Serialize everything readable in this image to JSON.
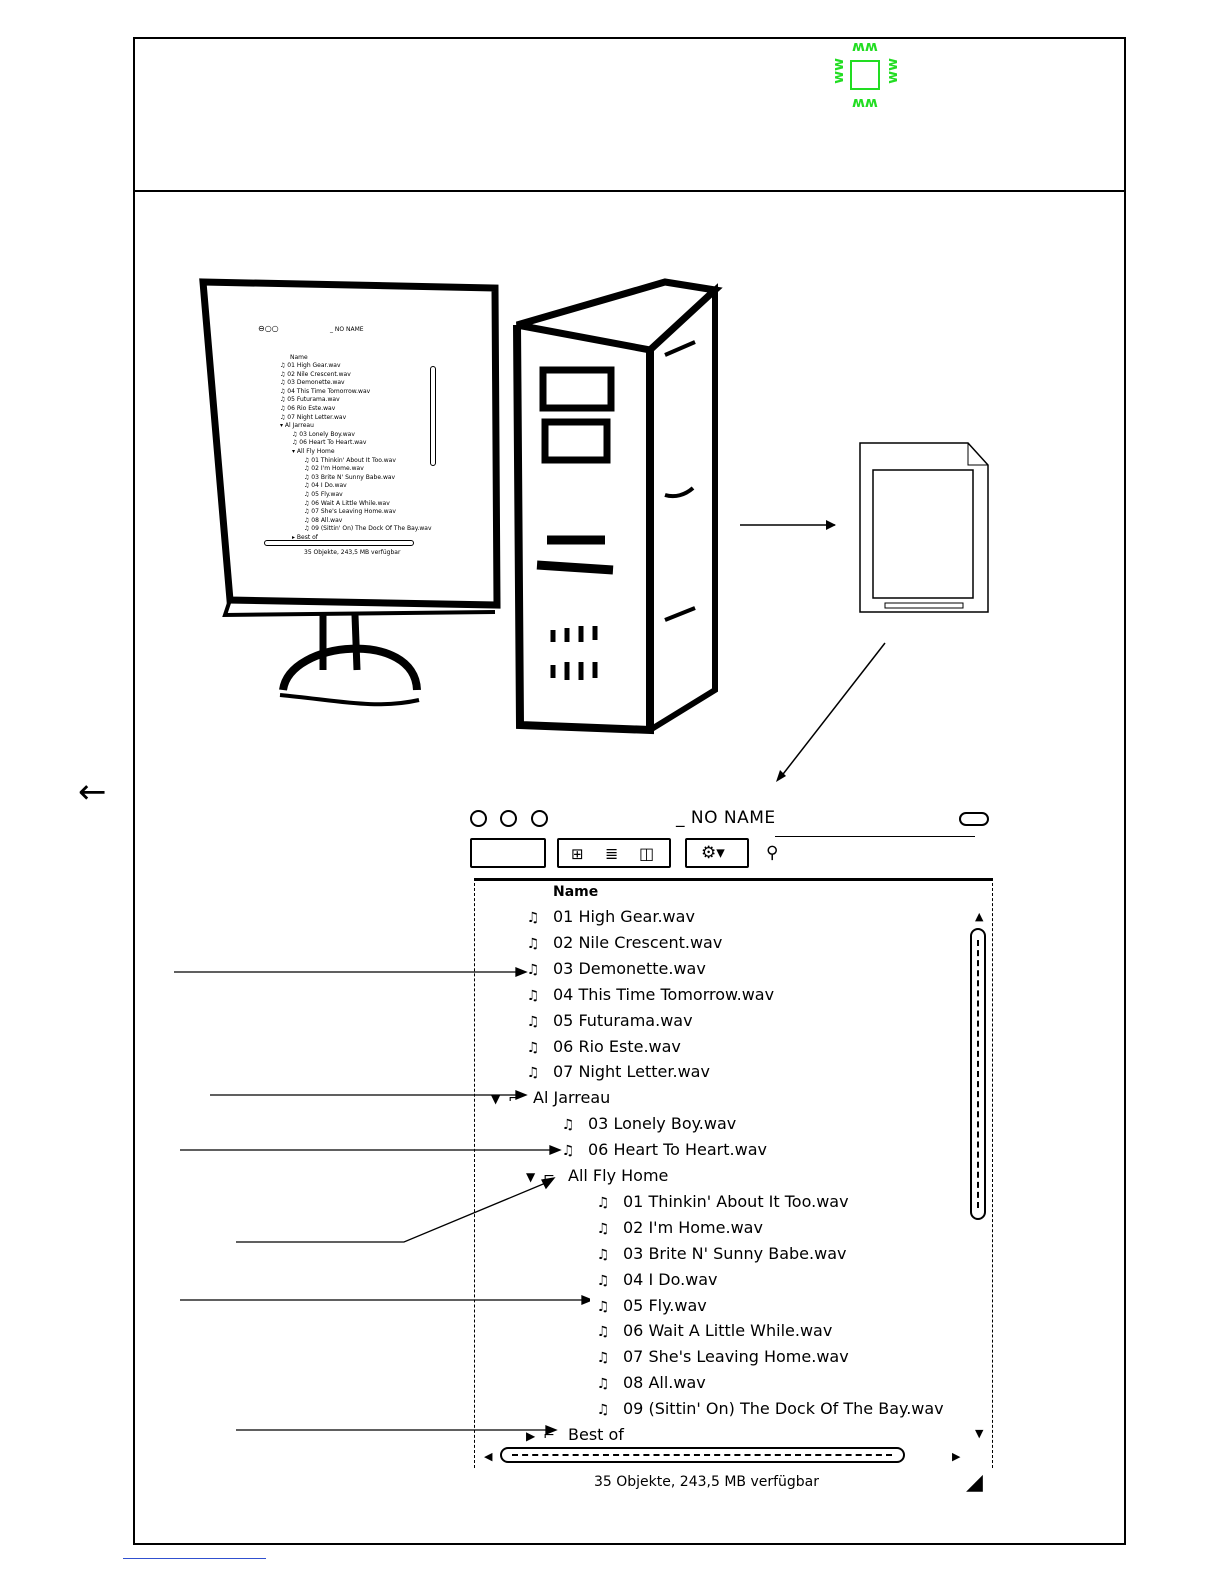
{
  "finder": {
    "window_title": "_ NO NAME",
    "column_header": "Name",
    "status_bar": "35 Objekte, 243,5 MB verfügbar",
    "rows": [
      {
        "label": "01 High Gear.wav",
        "kind": "file",
        "level": 0
      },
      {
        "label": "02 Nile Crescent.wav",
        "kind": "file",
        "level": 0
      },
      {
        "label": "03 Demonette.wav",
        "kind": "file",
        "level": 0
      },
      {
        "label": "04 This Time Tomorrow.wav",
        "kind": "file",
        "level": 0
      },
      {
        "label": "05 Futurama.wav",
        "kind": "file",
        "level": 0
      },
      {
        "label": "06 Rio Este.wav",
        "kind": "file",
        "level": 0
      },
      {
        "label": "07 Night Letter.wav",
        "kind": "file",
        "level": 0
      },
      {
        "label": "Al Jarreau",
        "kind": "folder-open",
        "level": 0
      },
      {
        "label": "03 Lonely Boy.wav",
        "kind": "file",
        "level": 1
      },
      {
        "label": "06 Heart To Heart.wav",
        "kind": "file",
        "level": 1
      },
      {
        "label": "All Fly Home",
        "kind": "folder-open",
        "level": 1
      },
      {
        "label": "01 Thinkin' About It Too.wav",
        "kind": "file",
        "level": 2
      },
      {
        "label": "02 I'm Home.wav",
        "kind": "file",
        "level": 2
      },
      {
        "label": "03 Brite N' Sunny Babe.wav",
        "kind": "file",
        "level": 2
      },
      {
        "label": "04 I Do.wav",
        "kind": "file",
        "level": 2
      },
      {
        "label": "05 Fly.wav",
        "kind": "file",
        "level": 2
      },
      {
        "label": "06 Wait A Little While.wav",
        "kind": "file",
        "level": 2
      },
      {
        "label": "07 She's Leaving Home.wav",
        "kind": "file",
        "level": 2
      },
      {
        "label": "08 All.wav",
        "kind": "file",
        "level": 2
      },
      {
        "label": "09 (Sittin' On) The Dock Of The Bay.wav",
        "kind": "file",
        "level": 2
      },
      {
        "label": "Best of",
        "kind": "folder-closed",
        "level": 1
      }
    ]
  },
  "mini_screen": {
    "window_title": "_ NO NAME",
    "column_header": "Name",
    "status_bar": "35 Objekte, 243,5 MB verfügbar"
  },
  "icons": {
    "back": "back-arrow-icon",
    "file": "music-note-icon",
    "folder": "folder-icon",
    "chip": "chip-icon",
    "sd_card": "memory-card-icon",
    "computer": "computer-icon"
  },
  "colors": {
    "chip": "#22dd22",
    "link_rule": "#3050d0"
  }
}
